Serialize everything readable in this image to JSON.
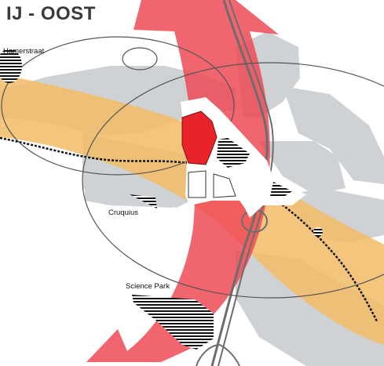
{
  "map": {
    "title": "IJ - OOST",
    "labels": {
      "hamerstraat": "Hamerstraat",
      "cruquius": "Cruquius",
      "science_park": "Science Park"
    },
    "colors": {
      "water": "#f2bd6a",
      "land": "#cfd2d4",
      "red_arrow": "#ee4a56",
      "red_zone": "#e8232a",
      "hatch": "#111111",
      "outline": "#555555",
      "infra": "#6d6d6d"
    }
  }
}
